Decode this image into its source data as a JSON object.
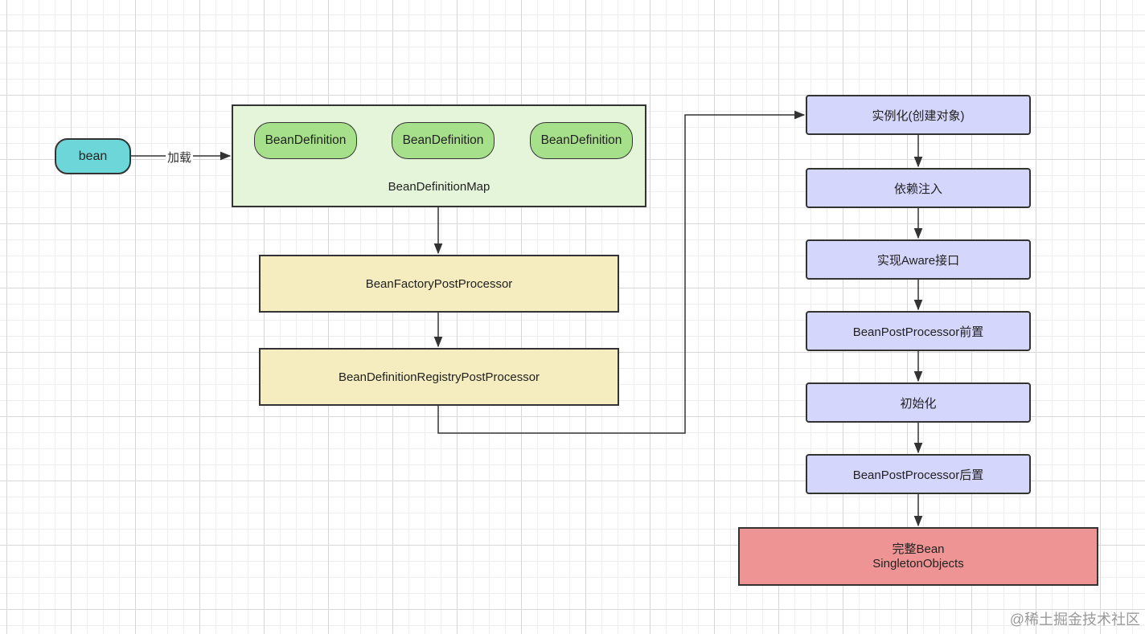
{
  "colors": {
    "bean": "#6dd6d8",
    "map": "#e4f5d9",
    "bean_definition": "#a7e08a",
    "post_processor": "#f5edc0",
    "lifecycle": "#d4d6fb",
    "final": "#ef9494",
    "edge": "#333333"
  },
  "bean": {
    "label": "bean"
  },
  "load_edge": {
    "label": "加载"
  },
  "bean_definition_map": {
    "label": "BeanDefinitionMap",
    "items": [
      "BeanDefinition",
      "BeanDefinition",
      "BeanDefinition"
    ]
  },
  "post_processors": [
    "BeanFactoryPostProcessor",
    "BeanDefinitionRegistryPostProcessor"
  ],
  "lifecycle_steps": [
    "实例化(创建对象)",
    "依赖注入",
    "实现Aware接口",
    "BeanPostProcessor前置",
    "初始化",
    "BeanPostProcessor后置"
  ],
  "final": {
    "line1": "完整Bean",
    "line2": "SingletonObjects"
  },
  "watermark": "@稀土掘金技术社区"
}
